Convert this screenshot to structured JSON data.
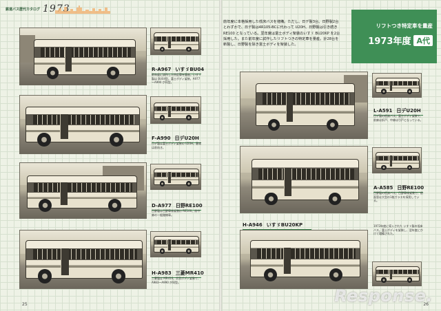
{
  "header": {
    "series_label": "鉄道バス歴代カタログ",
    "year_handwritten": "1973"
  },
  "era": {
    "subtitle": "リフトつき特定車を量産",
    "year": "1973年度",
    "tag": "A代"
  },
  "intro_text": "前年度に本格採用した低床バスを増備。ただし、日デ製3台、日野製2台とわずかで、日デ製は4R105-BCに代わって U20H、日野製は引き続き RE100 となっている。翌年度は富士ボディ架装のいすゞ BU20KP を2台採用した。また前年度に試作したリフトつきの特定車を量産。計28台を新製し、日野製を除き富士ボディを架装した。",
  "left_captions": [
    {
      "code": "R-A967",
      "model": "いすゞBU04"
    },
    {
      "code": "F-A990",
      "model": "日デU20H"
    },
    {
      "code": "D-A977",
      "model": "日野RE100"
    },
    {
      "code": "H-A983",
      "model": "三菱MR410"
    }
  ],
  "right_captions": [
    {
      "code": "L-A591",
      "model": "日デU20H"
    },
    {
      "code": "A-A585",
      "model": "日野RE100"
    },
    {
      "code": "H-A946",
      "model": "いすゞBU20KP"
    }
  ],
  "descriptions": {
    "d1": "前年度に試作した特定車を量産。いすゞ製は BU04型。富士ボディ架装。A977～A990 が同型。",
    "d2": "日デ製は富士ボディ架装の U20H。客席は前向き。",
    "d3": "日野製は日野車体架装の RE100。前中扉の一般路線車。",
    "d4": "三菱製は MR410。呉羽ボディ架装で、A983～A990 が同型。",
    "d5": "日デ製の低床バス。富士ボディ架装で、前扉は折戸、中扉は引戸となっている。",
    "d6": "日野製の低床バス。日野車体架装で、前面窓は大型の1枚ガラスを採用している。",
    "d7": "1973年度に導入された いすゞ製の低床バス。富士ボディを架装し、翌年度にかけて増備された。"
  },
  "folios": {
    "left": "25",
    "right": "26"
  },
  "watermark": "Response."
}
